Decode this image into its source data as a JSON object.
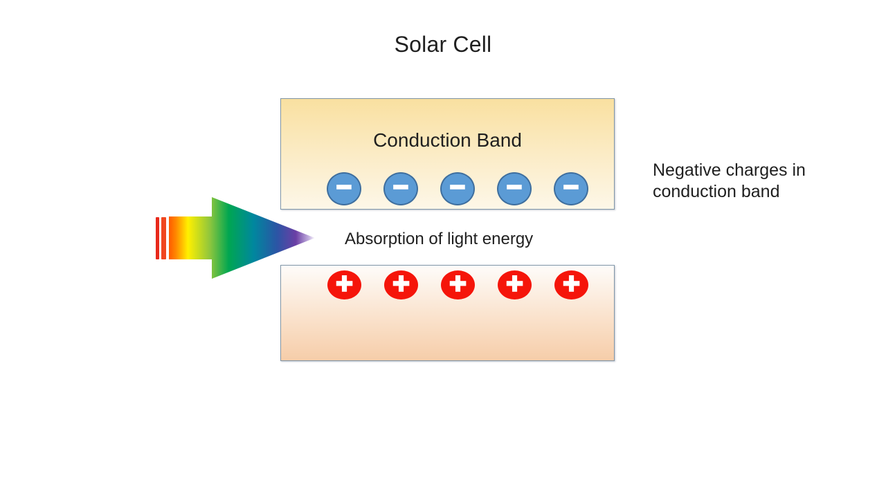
{
  "slide": {
    "title": "Solar Cell",
    "background_color": "#FFFFFF"
  },
  "conduction_band": {
    "label": "Conduction Band",
    "gradient_top": "#F9E0A0",
    "gradient_bottom": "#FDF7E8",
    "border_color": "#8096A8",
    "charges": {
      "polarity": "negative",
      "symbol": "−",
      "count": 5,
      "fill": "#5B9BD5",
      "stroke": "#3E6E9E"
    }
  },
  "valence_band": {
    "gradient_top": "#FEFCFA",
    "gradient_bottom": "#F6CDA9",
    "border_color": "#8096A8",
    "charges": {
      "polarity": "positive",
      "symbol": "+",
      "count": 5,
      "fill": "#F5150A"
    }
  },
  "light_arrow": {
    "label": "Absorption of light energy",
    "spectrum_colors": [
      "#FF5A00",
      "#FFF000",
      "#00A651",
      "#00879E",
      "#2B55A5",
      "#6B3FA5",
      "#FFFFFF"
    ],
    "tail_bar_colors": [
      "#E8291B",
      "#F0461F"
    ]
  },
  "annotation": {
    "line1": "Negative charges in",
    "line2": "conduction band"
  }
}
